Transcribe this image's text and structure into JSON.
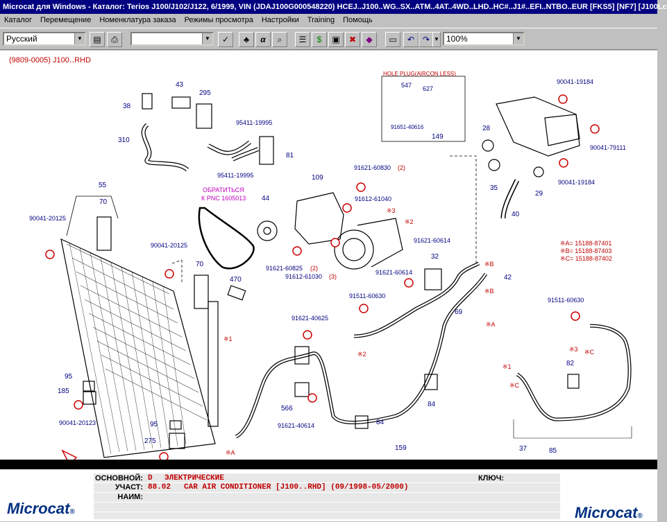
{
  "window": {
    "title": "Microcat для Windows - Каталог: Terios J100/J102/J122, 6/1999, VIN (JDAJ100G000548220)  HCEJ..J100..WG..SX..ATM..4AT..4WD..LHD..HC#..J1#..EFI..NTBO..EUR [FKS5] [NF7] [J100Lc"
  },
  "menu": [
    "Каталог",
    "Перемещение",
    "Номенклатура заказа",
    "Режимы просмотра",
    "Настройки",
    "Training",
    "Помощь"
  ],
  "toolbar": {
    "language": "Русский",
    "zoom": "100%"
  },
  "diagram": {
    "ref": "(9809-0005) J100‥RHD",
    "note_pnc_1": "ОБРАТИТЬСЯ",
    "note_pnc_2": "К PNC 1605013",
    "hole_plug": "HOLE PLUG(AIRCON LESS)",
    "legend_a": "※A=    15188-87401",
    "legend_b": "※B=    15188-87403",
    "legend_c": "※C=    15188-87402",
    "labels": {
      "p38": "38",
      "p43": "43",
      "p295": "295",
      "p310": "310",
      "p95411a": "95411-19995",
      "p95411b": "95411-19995",
      "p81": "81",
      "p547": "547",
      "p627": "627",
      "p91651": "91651-40616",
      "p149": "149",
      "p90041_19184a": "90041-19184",
      "p90041_19184b": "90041-19184",
      "p90041_79111": "90041-79111",
      "p28": "28",
      "p35": "35",
      "p29": "29",
      "p40": "40",
      "p55": "55",
      "p70a": "70",
      "p70b": "70",
      "p90041_20125a": "90041-20125",
      "p90041_20125b": "90041-20125",
      "p109": "109",
      "p91621_60830": "91621-60830",
      "n2a": "(2)",
      "p91612_61040": "91612-61040",
      "n3a": "※3",
      "n2b": "※2",
      "p44": "44",
      "p91621_60825": "91621-60825",
      "n2c": "(2)",
      "p91612_61030": "91612-61030",
      "n3b": "(3)",
      "p91621_60614a": "91621-60614",
      "p91621_60614b": "91621-60614",
      "p32": "32",
      "p42": "42",
      "p470": "470",
      "p91511_60630a": "91511-60630",
      "p69": "69",
      "p91621_40625": "91621-40625",
      "p91511_60630b": "91511-60630",
      "n1a": "※1",
      "p95a": "95",
      "p185": "185",
      "p90041_20123": "90041-20123",
      "p95b": "95",
      "p275": "275",
      "p566": "566",
      "p91621_40614": "91621-40614",
      "p84a": "84",
      "p84b": "84",
      "p159": "159",
      "p82": "82",
      "p85": "85",
      "p37": "37",
      "na": "※A",
      "nb1": "※B",
      "nb2": "※B",
      "nc1": "※C",
      "n1b": "※1",
      "nc2": "※C",
      "n3c": "※3",
      "n2d": "※2",
      "naa": "※A"
    }
  },
  "footer": {
    "main_label": "ОСНОВНОЙ:",
    "main_code": "D",
    "main_value": "ЭЛЕКТРИЧЕСКИЕ",
    "section_label": "УЧАСТ:",
    "section_code": "88.02",
    "section_value": "CAR AIR CONDITIONER    [J100..RHD] (09/1998-05/2000)",
    "name_label": "НАИМ:",
    "key_label": "КЛЮЧ:",
    "logo": "Microcat",
    "logo_mark": "®"
  }
}
